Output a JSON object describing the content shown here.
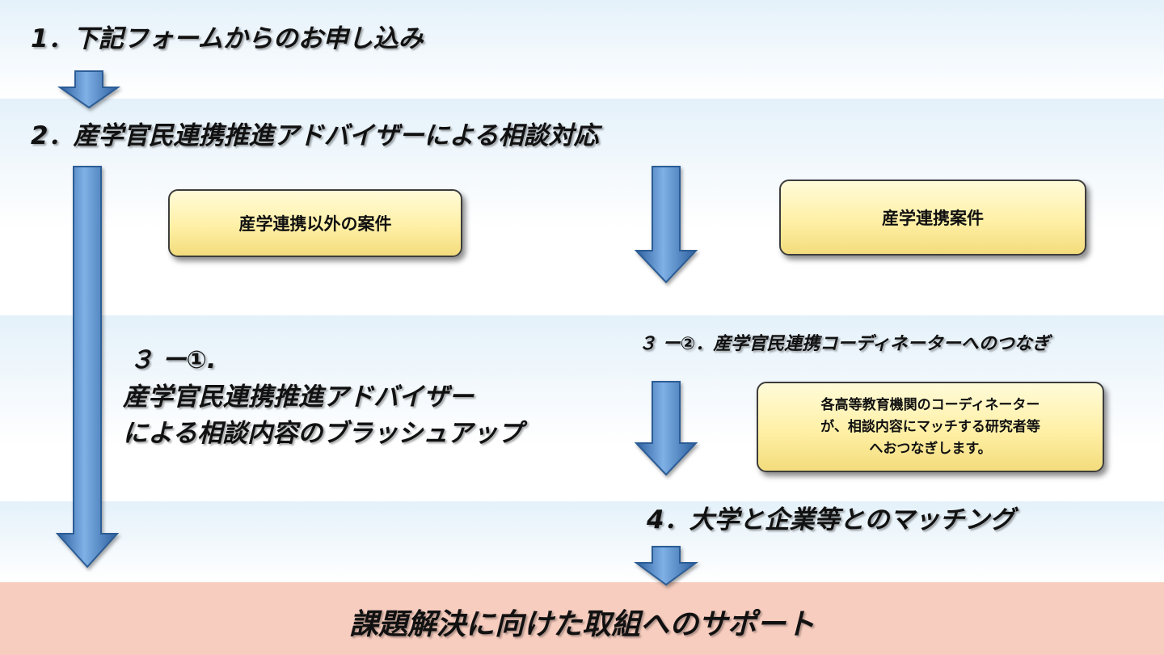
{
  "steps": {
    "step1": "1．下記フォームからのお申し込み",
    "step2": "2．産学官民連携推進アドバイザーによる相談対応",
    "step3a_num": "３ ー①.",
    "step3a_line1": "産学官民連携推進アドバイザー",
    "step3a_line2": "による相談内容のブラッシュアップ",
    "step3b": "３ ー②．産学官民連携コーディネーターへのつなぎ",
    "step4": "4．大学と企業等とのマッチング",
    "goal": "課題解決に向けた取組へのサポート"
  },
  "boxes": {
    "non_industry": "産学連携以外の案件",
    "industry": "産学連携案件",
    "coordinator_lines": [
      "各高等教育機関のコーディネーター",
      "が、相談内容にマッチする研究者等",
      "へおつなぎします。"
    ]
  },
  "colors": {
    "arrow_fill": "#4f86c6",
    "box_fill": "#fff0a6",
    "band_blue": "#e4f1fa",
    "goal_band": "#f7cdbf"
  }
}
